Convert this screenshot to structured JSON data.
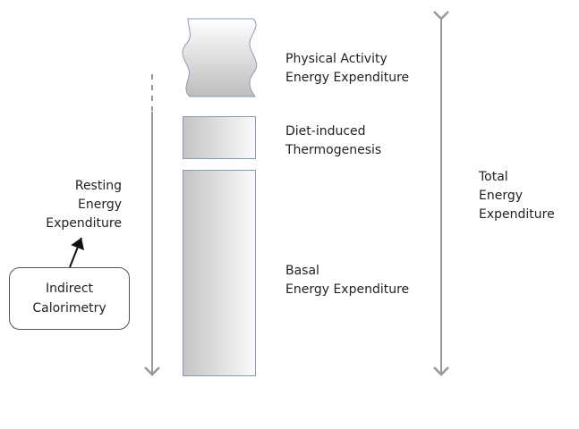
{
  "labels": {
    "physical_activity": [
      "Physical Activity",
      "Energy Expenditure"
    ],
    "diet_induced": [
      "Diet-induced",
      "Thermogenesis"
    ],
    "basal": [
      "Basal",
      "Energy Expenditure"
    ],
    "total": [
      "Total",
      "Energy",
      "Expenditure"
    ],
    "resting": [
      "Resting",
      "Energy",
      "Expenditure"
    ],
    "indirect_calorimetry": [
      "Indirect",
      "Calorimetry"
    ]
  },
  "colors": {
    "arrow": "#999999",
    "box_border": "#8a9bb5"
  }
}
